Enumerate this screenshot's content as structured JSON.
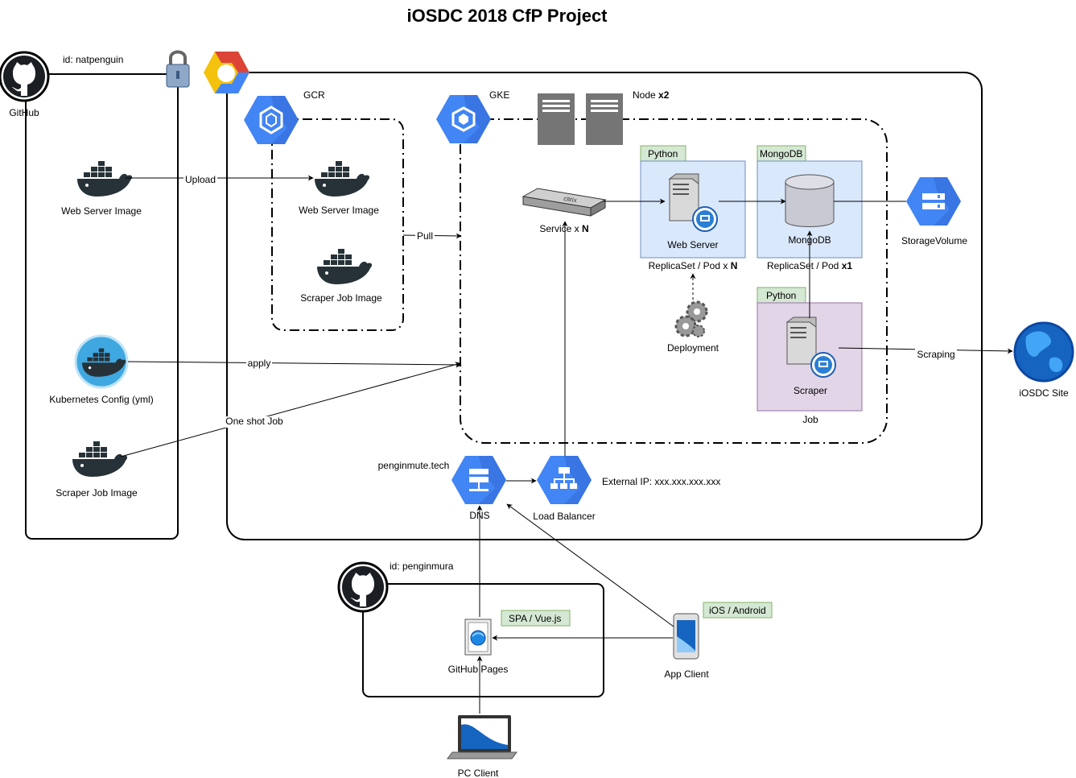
{
  "title": "iOSDC 2018 CfP Project",
  "github_left": {
    "icon_label": "GitHub",
    "account": "id: natpenguin",
    "web_server_image": "Web Server Image",
    "kubernetes_config": "Kubernetes Config (yml)",
    "scraper_job_image": "Scraper Job Image"
  },
  "gcp": {
    "gcr_label": "GCR",
    "gcr_web_server_image": "Web Server Image",
    "gcr_scraper_job_image": "Scraper Job Image",
    "gke_label": "GKE",
    "node_label": "Node",
    "node_count": "x2",
    "service_label": "Service x",
    "service_count": "N",
    "python_tag_1": "Python",
    "web_server": "Web Server",
    "web_replica_label": "ReplicaSet / Pod x",
    "web_replica_count": "N",
    "mongodb_tag": "MongoDB",
    "mongodb": "MongoDB",
    "mongo_replica_label": "ReplicaSet / Pod",
    "mongo_replica_count": "x1",
    "deployment": "Deployment",
    "python_tag_2": "Python",
    "scraper": "Scraper",
    "job": "Job",
    "storage_volume": "StorageVolume",
    "dns_domain": "penginmute.tech",
    "dns": "DNS",
    "load_balancer": "Load Balancer",
    "external_ip": "External IP: xxx.xxx.xxx.xxx"
  },
  "external": {
    "iosdc_site": "iOSDC Site"
  },
  "github_bottom": {
    "account": "id: penginmura",
    "spa_tag": "SPA / Vue.js",
    "github_pages": "GitHub Pages",
    "ios_android_tag": "iOS / Android",
    "app_client": "App Client",
    "pc_client": "PC Client"
  },
  "edges": {
    "upload": "Upload",
    "pull": "Pull",
    "apply": "apply",
    "one_shot_job": "One shot Job",
    "scraping": "Scraping"
  },
  "colors": {
    "gcp_blue": "#4285F4",
    "gcp_blue_dark": "#3367D6",
    "docker_dark": "#263238",
    "python_tag_bg": "#D5E8D4",
    "python_tag_border": "#82B366",
    "pod_blue_bg": "#DAE8FC",
    "pod_blue_border": "#6C8EBF",
    "job_purple_bg": "#E1D5E7",
    "job_purple_border": "#9673A6"
  }
}
